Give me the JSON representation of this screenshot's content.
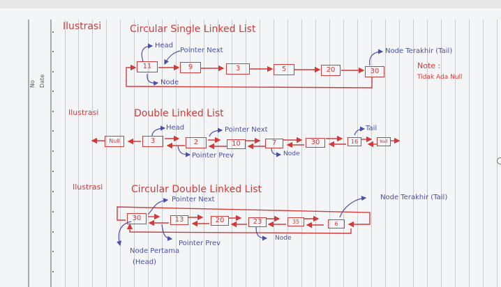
{
  "paper": {
    "side_labels": {
      "no": "No",
      "date": "Date"
    }
  },
  "section1": {
    "label": "Ilustrasi",
    "title": "Circular Single Linked List",
    "nodes": [
      "11",
      "9",
      "3",
      "5",
      "20",
      "30"
    ],
    "annotations": {
      "head": "Head",
      "pointer_next": "Pointer Next",
      "node": "Node",
      "tail": "Node Terakhir (Tail)",
      "note_title": "Note :",
      "note_body": "Tidak Ada Null"
    }
  },
  "section2": {
    "label": "Ilustrasi",
    "title": "Double Linked List",
    "nodes": [
      "Null",
      "3",
      "2",
      "10",
      "7",
      "30",
      "16",
      "Null"
    ],
    "annotations": {
      "head": "Head",
      "pointer_next": "Pointer Next",
      "pointer_prev": "Pointer Prev",
      "node": "Node",
      "tail": "Tail"
    }
  },
  "section3": {
    "label": "Ilustrasi",
    "title": "Circular Double Linked List",
    "nodes": [
      "30",
      "13",
      "20",
      "23",
      "35",
      "6"
    ],
    "annotations": {
      "pointer_next": "Pointer Next",
      "pointer_prev": "Pointer Prev",
      "node": "Node",
      "head_line1": "Node Pertama",
      "head_line2": "(Head)",
      "tail": "Node Terakhir (Tail)"
    }
  },
  "colors": {
    "ink_red": "#d23a3a",
    "ink_blue": "#4a4fa8",
    "paper": "#f4f5f6"
  }
}
